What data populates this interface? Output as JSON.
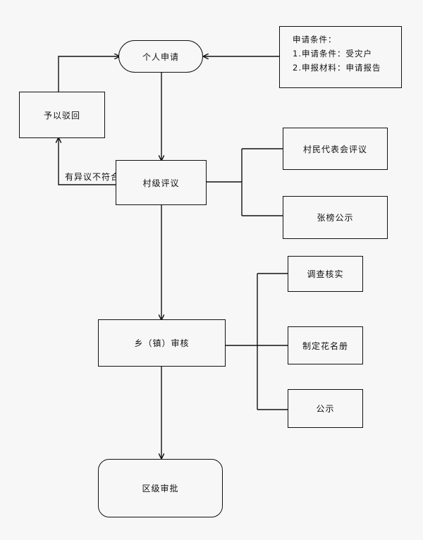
{
  "nodes": {
    "apply": "个人申请",
    "reject": "予以驳回",
    "village": "村级评议",
    "rep_review": "村民代表会评议",
    "posting": "张榜公示",
    "township": "乡（镇）审核",
    "investigate": "调查核实",
    "roster": "制定花名册",
    "publicize": "公示",
    "district": "区级审批"
  },
  "note": {
    "line1": "申请条件：",
    "line2": "1.申请条件：受灾户",
    "line3": "2.申报材料：申请报告"
  },
  "edge_labels": {
    "objection": "有异议不符合"
  }
}
